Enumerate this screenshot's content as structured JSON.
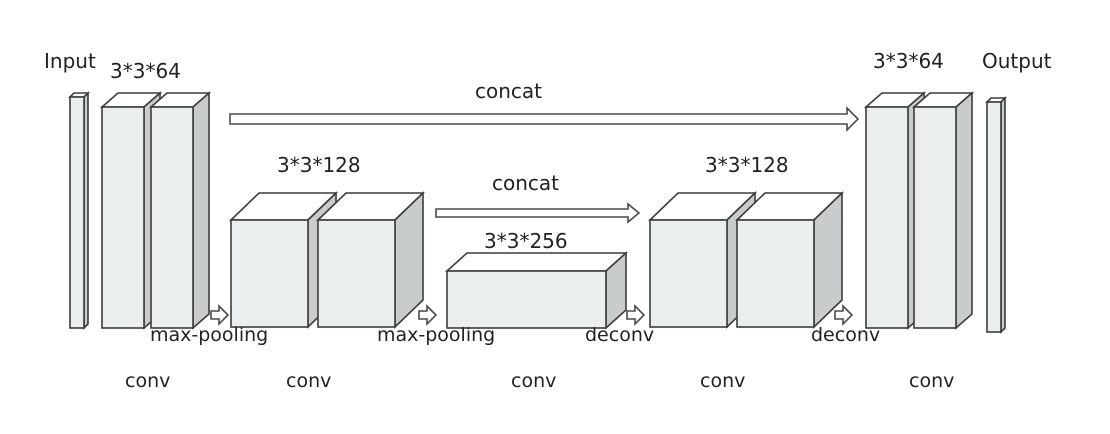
{
  "labels": {
    "input": "Input",
    "output": "Output",
    "filter_64_left": "3*3*64",
    "filter_64_right": "3*3*64",
    "filter_128_left": "3*3*128",
    "filter_128_right": "3*3*128",
    "filter_256": "3*3*256",
    "concat_top": "concat",
    "concat_mid": "concat",
    "maxpool_1": "max-pooling",
    "maxpool_2": "max-pooling",
    "deconv_1": "deconv",
    "deconv_2": "deconv",
    "conv_1": "conv",
    "conv_2": "conv",
    "conv_3": "conv",
    "conv_4": "conv",
    "conv_5": "conv"
  }
}
